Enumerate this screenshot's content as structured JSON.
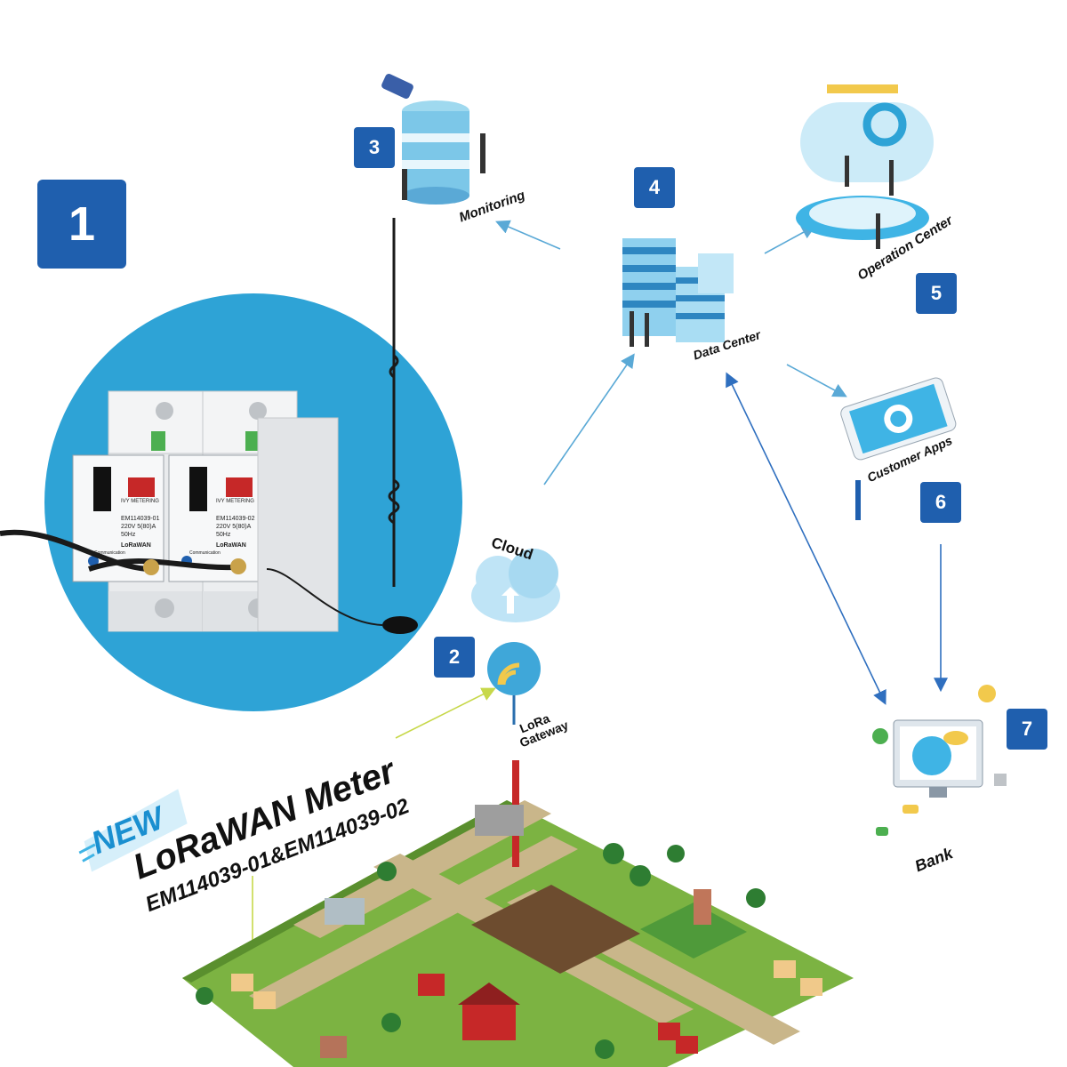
{
  "steps": {
    "s1": "1",
    "s2": "2",
    "s3": "3",
    "s4": "4",
    "s5": "5",
    "s6": "6",
    "s7": "7"
  },
  "labels": {
    "monitoring": "Monitoring",
    "data_center": "Data Center",
    "operation_center": "Operation Center",
    "customer_apps": "Customer Apps",
    "bank": "Bank",
    "cloud": "Cloud",
    "lora_gateway_1": "LoRa",
    "lora_gateway_2": "Gateway"
  },
  "product": {
    "badge": "NEW",
    "title": "LoRaWAN Meter",
    "models": "EM114039-01&EM114039-02"
  },
  "meters": [
    {
      "brand": "IVY METERING",
      "model": "EM114039-01",
      "rating": "220V  5(80)A",
      "freq": "50Hz",
      "protocol": "LoRaWAN",
      "port": "Communication"
    },
    {
      "brand": "IVY METERING",
      "model": "EM114039-02",
      "rating": "220V  5(80)A",
      "freq": "50Hz",
      "protocol": "LoRaWAN",
      "port": "Communication"
    }
  ],
  "colors": {
    "badge_blue": "#1f5fae",
    "circle_blue": "#2ea3d6",
    "arrow_blue": "#5aa9d6",
    "arrow_dark": "#2f6fbf",
    "grass": "#7cb342",
    "road": "#c9b68a"
  }
}
